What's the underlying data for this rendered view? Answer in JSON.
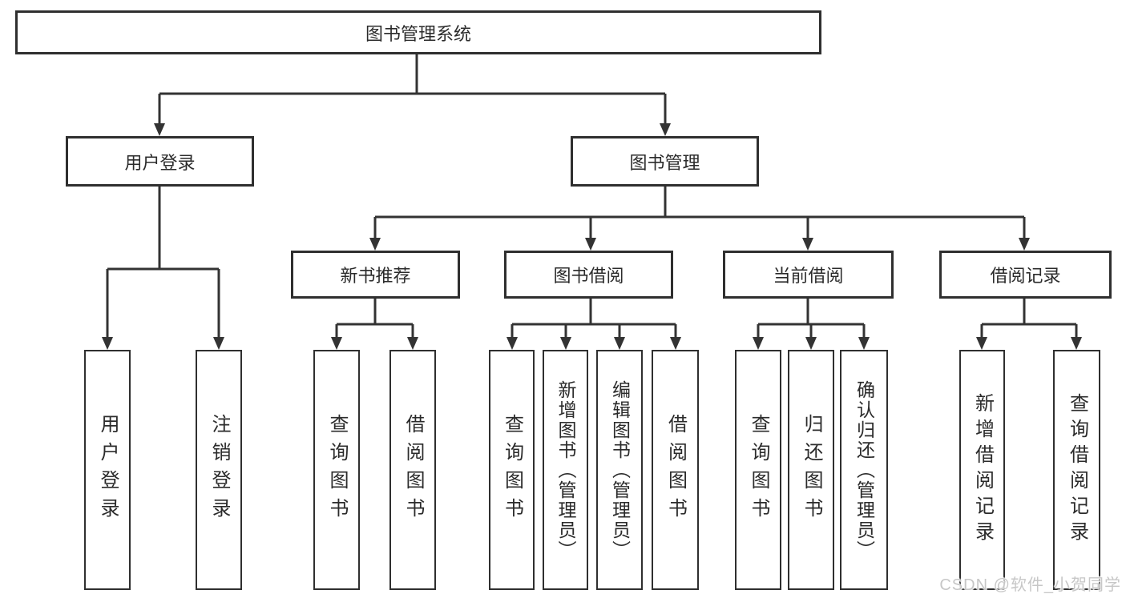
{
  "tree": {
    "root": "图书管理系统",
    "login": {
      "label": "用户登录",
      "children": [
        "用户登录",
        "注销登录"
      ]
    },
    "mgmt": {
      "label": "图书管理",
      "sections": [
        {
          "label": "新书推荐",
          "children": [
            "查询图书",
            "借阅图书"
          ]
        },
        {
          "label": "图书借阅",
          "children": [
            "查询图书",
            "新增图书（管理员）",
            "编辑图书（管理员）",
            "借阅图书"
          ]
        },
        {
          "label": "当前借阅",
          "children": [
            "查询图书",
            "归还图书",
            "确认归还（管理员）"
          ]
        },
        {
          "label": "借阅记录",
          "children": [
            "新增借阅记录",
            "查询借阅记录"
          ]
        }
      ]
    }
  },
  "watermark": "CSDN @软件_小贺同学",
  "colors": {
    "line": "#333333",
    "border": "#2f2f2f",
    "text": "#2b2b2b",
    "watermark": "#c7c7c7",
    "background": "#ffffff"
  }
}
